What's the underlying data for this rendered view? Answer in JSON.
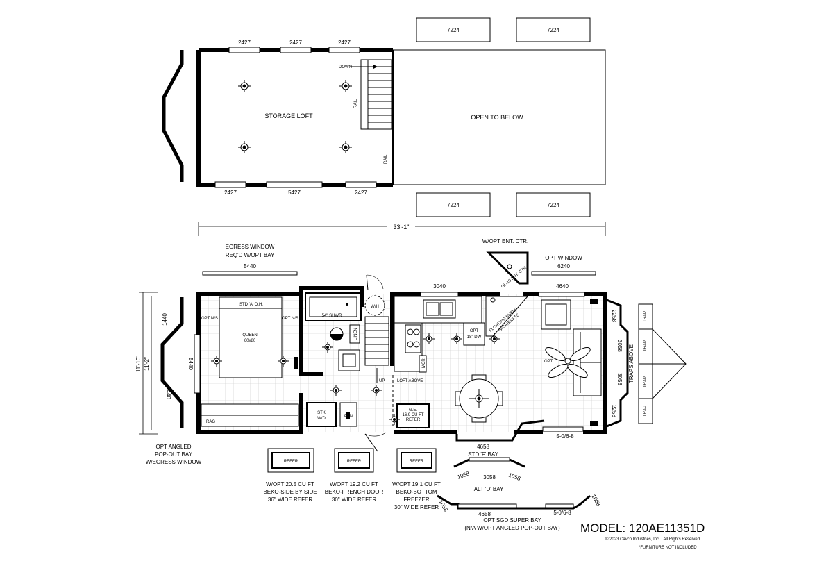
{
  "loft": {
    "windows_top": [
      "2427",
      "2427",
      "2427"
    ],
    "windows_bottom": [
      "2427",
      "5427",
      "2427"
    ],
    "storage_label": "STORAGE LOFT",
    "open_label": "OPEN TO BELOW",
    "down_label": "DOWN",
    "rail_label": "RAIL",
    "rail_label2": "RAIL",
    "skylights_top": [
      "7224",
      "7224"
    ],
    "skylights_bottom": [
      "7224",
      "7224"
    ]
  },
  "main": {
    "overall_length": "33'-1\"",
    "egress_label_1": "EGRESS WINDOW",
    "egress_label_2": "REQ'D W/OPT BAY",
    "egress_window": "5440",
    "ent_ctr_label": "W/OPT ENT. CTR.",
    "gl_label": "GL-10 ENT. CTR.",
    "opt_window_label": "OPT WINDOW",
    "opt_window": "6240",
    "window_3040": "3040",
    "window_4640": "4640",
    "width_outer": "11'-10\"",
    "width_inner": "11'-2\"",
    "bay_1440_top": "1440",
    "bay_1440_bot": "1440",
    "bay_5440": "5440",
    "std_oh": "STD 'A' O.H.",
    "opt_ns_left": "OPT N/S",
    "opt_ns_right": "OPT N/S",
    "queen_1": "QUEEN",
    "queen_2": "60x80",
    "shower": "54\" SHWR",
    "wh": "W/H",
    "linen": "LINEN",
    "up": "UP",
    "loft_above": "LOFT ABOVE",
    "rag": "RAG",
    "stk_1": "STK",
    "stk_2": "W/D",
    "pan": "PAN",
    "ge_1": "G.E.",
    "ge_2": "16.9 CU FT",
    "ge_3": "REFER",
    "opt_dw_1": "OPT",
    "opt_dw_2": "18\" DW",
    "floating_1": "FLOATING SHELF",
    "floating_2": "W/CABINETS",
    "mcr": "MCR",
    "opt_fan": "OPT",
    "w_2258_top": "2258",
    "w_3058_a": "3058",
    "w_3058_b": "3058",
    "w_2258_bot": "2258",
    "traps_above": "TRAPS ABOVE",
    "trap": [
      "TRAP",
      "TRAP",
      "TRAP",
      "TRAP"
    ],
    "sgd": "5-0/6-8",
    "f_bay_num": "4658",
    "f_bay_label": "STD 'F' BAY",
    "angled_1": "OPT ANGLED",
    "angled_2": "POP-OUT BAY",
    "angled_3": "W/EGRESS WINDOW"
  },
  "options": {
    "refer_label": "REFER",
    "refer1": [
      "W/OPT 20.5 CU FT",
      "BEKO-SIDE BY SIDE",
      "36\" WIDE REFER"
    ],
    "refer2": [
      "W/OPT 19.2 CU FT",
      "BEKO-FRENCH DOOR",
      "30\" WIDE REFER"
    ],
    "refer3": [
      "W/OPT 19.1 CU FT",
      "BEKO-BOTTOM",
      "FREEZER",
      "30\" WIDE REFER"
    ],
    "d_bay": {
      "left": "1058",
      "center": "3058",
      "right": "1058",
      "label": "ALT 'D' BAY"
    },
    "super_bay": {
      "left": "1058",
      "center": "4658",
      "door": "5-0/6-8",
      "right": "1058",
      "label_1": "OPT SGD SUPER BAY",
      "label_2": "(N/A W/OPT ANGLED POP-OUT BAY)"
    }
  },
  "footer": {
    "model": "MODEL: 120AE11351D",
    "copyright": "© 2023 Cavco Industries, Inc. | All Rights Reserved",
    "furniture": "*FURNITURE NOT INCLUDED"
  }
}
